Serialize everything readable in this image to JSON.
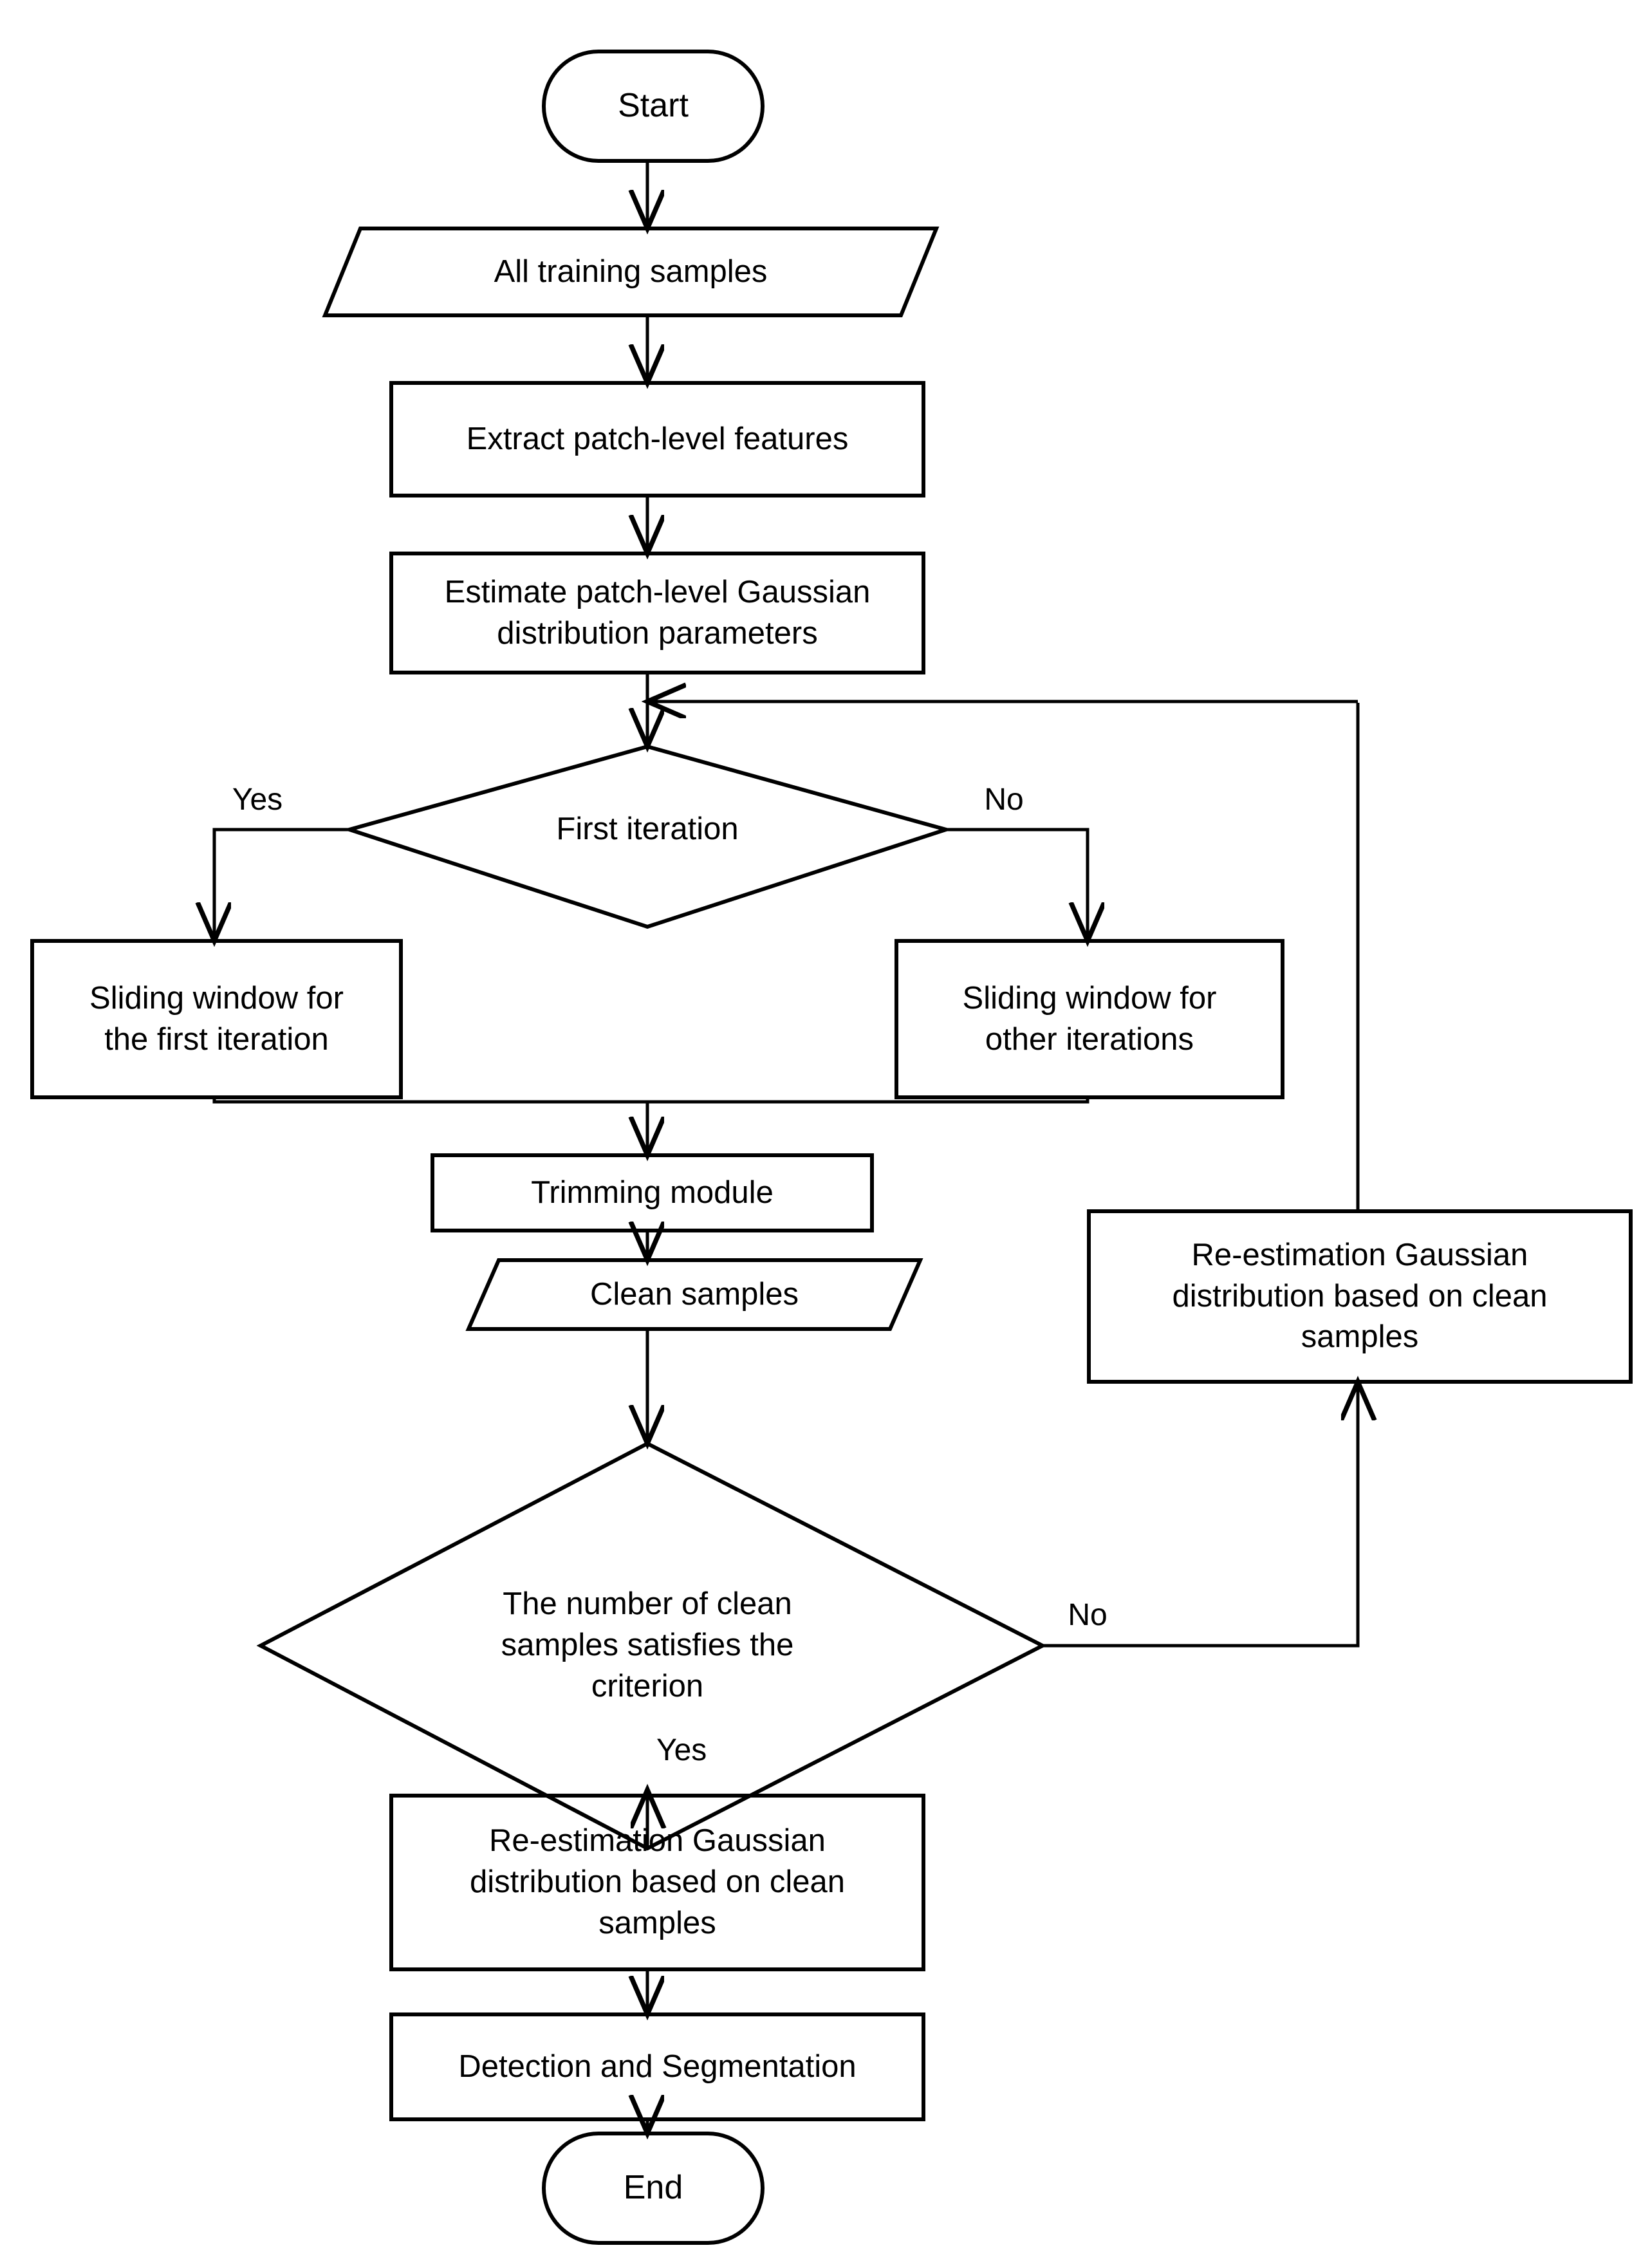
{
  "diagram": {
    "title": "Training pipeline flowchart",
    "type": "flowchart",
    "background_color": "#ffffff",
    "line_color": "#000000",
    "text_color": "#000000"
  },
  "nodes": {
    "start": {
      "label": "Start",
      "shape": "terminator"
    },
    "all_training_samples": {
      "label": "All training samples",
      "shape": "parallelogram"
    },
    "extract_features": {
      "label": "Extract patch-level features",
      "shape": "process"
    },
    "estimate_params": {
      "label": "Estimate patch-level Gaussian\ndistribution parameters",
      "shape": "process"
    },
    "first_iteration": {
      "label": "First iteration",
      "shape": "decision"
    },
    "sliding_first": {
      "label": "Sliding window for\nthe first iteration",
      "shape": "process"
    },
    "sliding_other": {
      "label": "Sliding window for\nother iterations",
      "shape": "process"
    },
    "trimming_module": {
      "label": "Trimming module",
      "shape": "process"
    },
    "clean_samples": {
      "label": "Clean samples",
      "shape": "parallelogram"
    },
    "criterion_check": {
      "label": "The number of clean\nsamples satisfies the\ncriterion",
      "shape": "decision"
    },
    "reestimation_loop": {
      "label": "Re-estimation Gaussian\ndistribution based on clean\nsamples",
      "shape": "process"
    },
    "reestimation_final": {
      "label": "Re-estimation Gaussian\ndistribution based on clean\nsamples",
      "shape": "process"
    },
    "detection_segmentation": {
      "label": "Detection and Segmentation",
      "shape": "process"
    },
    "end": {
      "label": "End",
      "shape": "terminator"
    }
  },
  "edge_labels": {
    "first_iteration_yes": "Yes",
    "first_iteration_no": "No",
    "criterion_no": "No",
    "criterion_yes": "Yes"
  }
}
